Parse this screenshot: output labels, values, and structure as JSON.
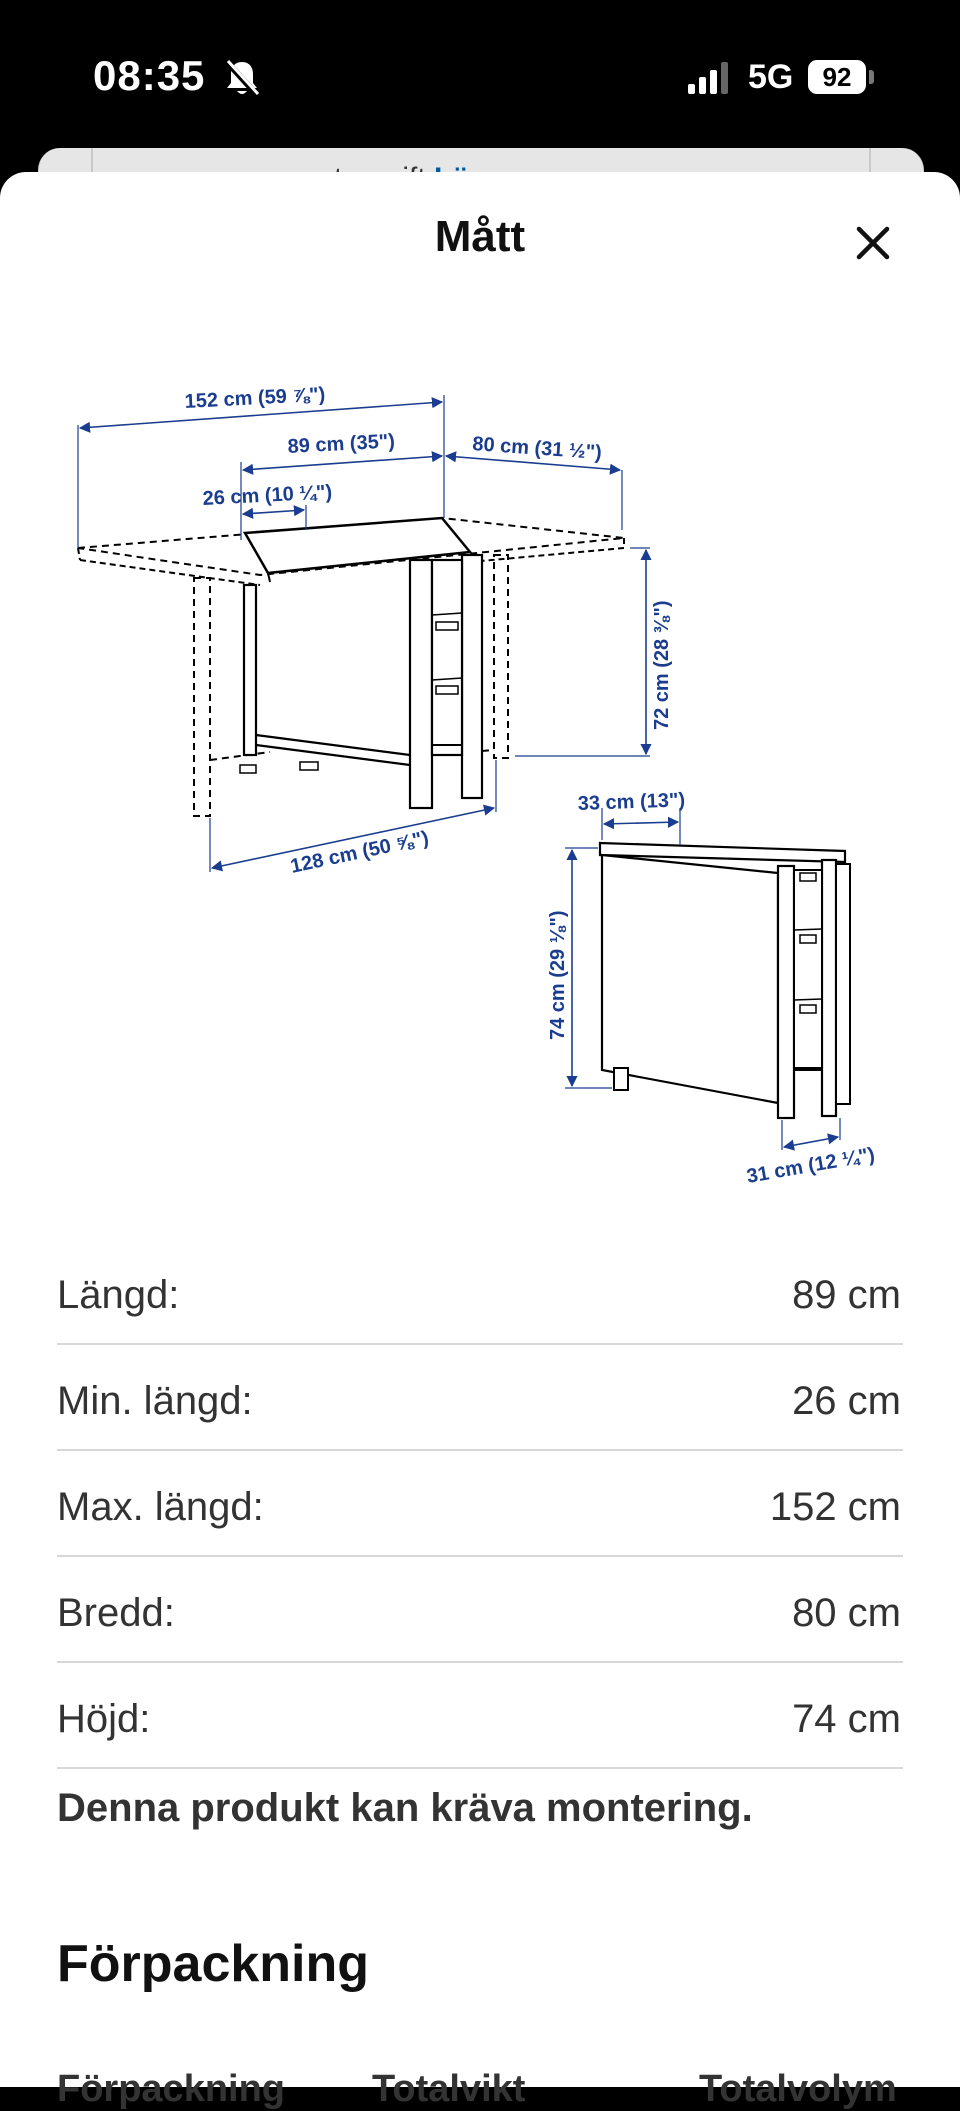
{
  "status_bar": {
    "time": "08:35",
    "network": "5G",
    "battery": "92",
    "icons": [
      "bell-off-icon",
      "signal-icon",
      "battery-icon"
    ]
  },
  "under_sheet": {
    "text": "...ter ...ift ",
    "link": "Lä..."
  },
  "sheet": {
    "title": "Mått",
    "close_icon": "close-icon"
  },
  "diagram": {
    "labels": {
      "total_length": "152 cm (59 ⅞\")",
      "middle_length": "89 cm (35\")",
      "leaf_width": "80 cm (31 ½\")",
      "min_length": "26 cm (10 ¼\")",
      "open_height": "72 cm (28 ⅜\")",
      "leg_span": "128 cm (50 ⅝\")",
      "folded_depth": "33 cm (13\")",
      "folded_height": "74 cm (29 ⅛\")",
      "folded_base": "31 cm (12 ¼\")"
    }
  },
  "dimensions": [
    {
      "label": "Längd:",
      "value": "89 cm"
    },
    {
      "label": "Min. längd:",
      "value": "26 cm"
    },
    {
      "label": "Max. längd:",
      "value": "152 cm"
    },
    {
      "label": "Bredd:",
      "value": "80 cm"
    },
    {
      "label": "Höjd:",
      "value": "74 cm"
    }
  ],
  "assembly_note": "Denna produkt kan kräva montering.",
  "packaging": {
    "heading": "Förpackning",
    "columns": [
      "Förpackning",
      "Totalvikt",
      "Totalvolym"
    ]
  },
  "colors": {
    "dimension_blue": "#1a3d8f",
    "divider": "#d7d7d7",
    "text": "#333333"
  }
}
